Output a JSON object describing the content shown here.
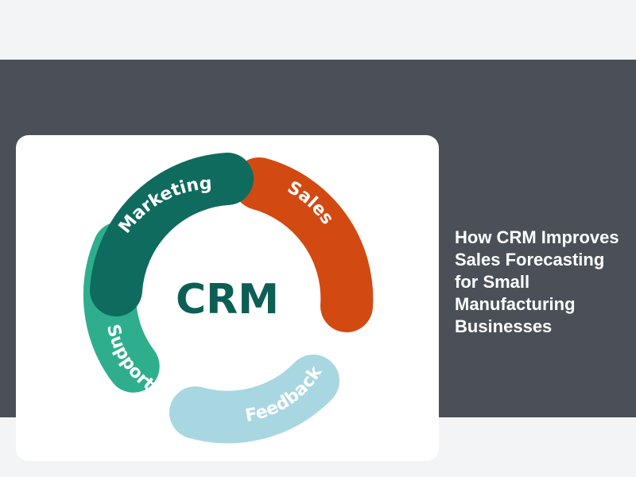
{
  "article": {
    "title": "How CRM Improves Sales Forecasting for Small Manufacturing Businesses"
  },
  "diagram": {
    "center_label": "CRM",
    "segments": [
      {
        "label": "Marketing",
        "color": "#0f6b5e"
      },
      {
        "label": "Sales",
        "color": "#d24a12"
      },
      {
        "label": "Feedback",
        "color": "#a8d7e2"
      },
      {
        "label": "Support",
        "color": "#2fae8e"
      }
    ]
  }
}
